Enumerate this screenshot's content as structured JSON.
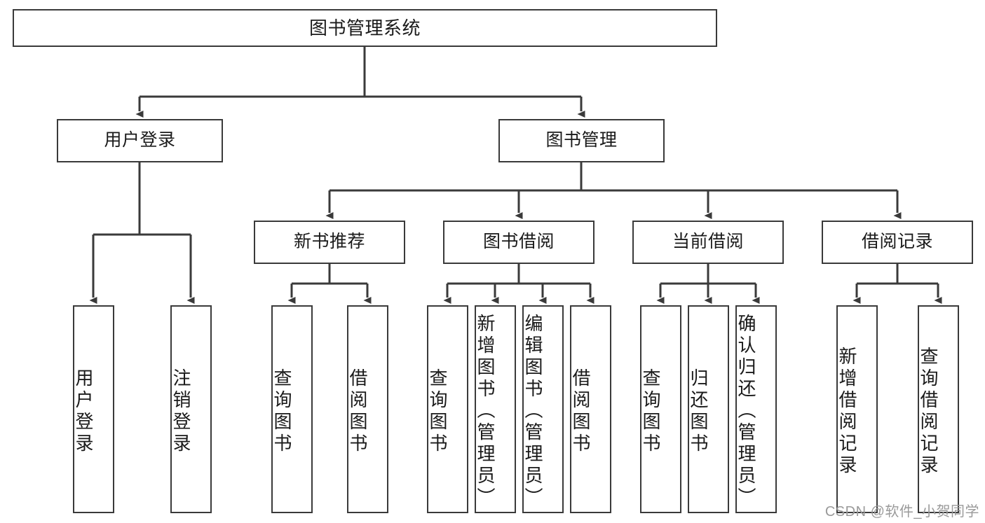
{
  "diagram": {
    "type": "tree",
    "title": "图书管理系统",
    "watermark": "CSDN @软件_小贺同学",
    "colors": {
      "box_border": "#3a3a3a",
      "box_fill": "#ffffff",
      "edge": "#3a3a3a",
      "text": "#1a1a1a",
      "watermark": "#9a9a9a"
    },
    "nodes": {
      "root": {
        "label": "图书管理系统"
      },
      "level2": [
        {
          "label": "用户登录"
        },
        {
          "label": "图书管理"
        }
      ],
      "level3": [
        {
          "label": "新书推荐"
        },
        {
          "label": "图书借阅"
        },
        {
          "label": "当前借阅"
        },
        {
          "label": "借阅记录"
        }
      ],
      "leaves_user_login": [
        {
          "label": "用户登录"
        },
        {
          "label": "注销登录"
        }
      ],
      "leaves_new_book": [
        {
          "label": "查询图书"
        },
        {
          "label": "借阅图书"
        }
      ],
      "leaves_borrow": [
        {
          "label": "查询图书"
        },
        {
          "label": "新增图书（管理员）"
        },
        {
          "label": "编辑图书（管理员）"
        },
        {
          "label": "借阅图书"
        }
      ],
      "leaves_current": [
        {
          "label": "查询图书"
        },
        {
          "label": "归还图书"
        },
        {
          "label": "确认归还（管理员）"
        }
      ],
      "leaves_records": [
        {
          "label": "新增借阅记录"
        },
        {
          "label": "查询借阅记录"
        }
      ]
    }
  }
}
